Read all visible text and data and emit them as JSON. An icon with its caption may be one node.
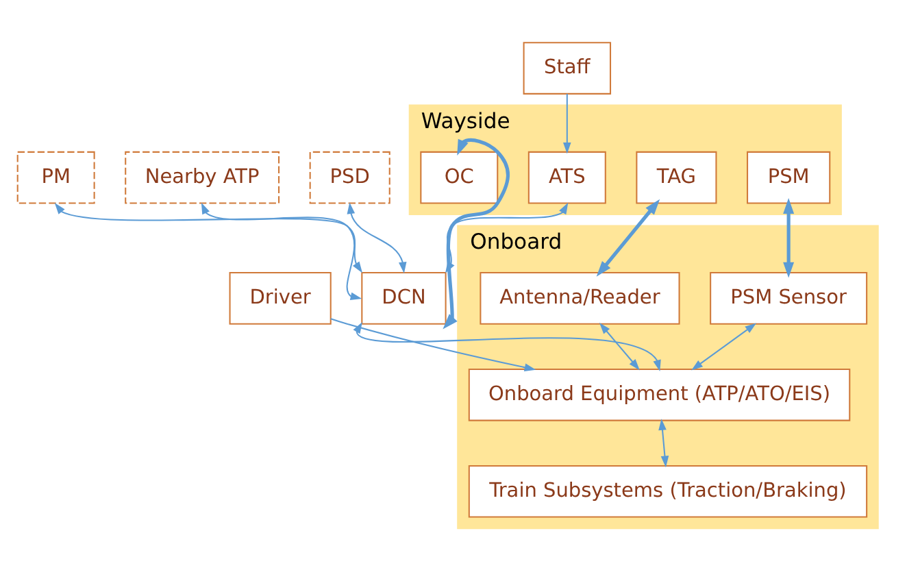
{
  "diagram": {
    "nodes": [
      {
        "text": [
          "Wayside"
        ]
      },
      {
        "text": [
          "Staff"
        ]
      },
      {
        "text": [
          "ATS"
        ],
        "in": 0
      },
      {
        "text": [
          "PM"
        ]
      },
      {
        "text": [
          "PSD"
        ]
      },
      {
        "text": [
          "Nearby ATP"
        ]
      },
      {
        "text": [
          "DCN"
        ]
      },
      {
        "text": [
          "OC"
        ],
        "in": 0
      },
      {
        "text": [
          "PSM"
        ],
        "in": 0
      },
      {
        "text": [
          "TAG"
        ],
        "in": 0
      },
      {
        "text": [
          "Onboard"
        ]
      },
      {
        "text": [
          "PSM Sensor"
        ],
        "in": 10
      },
      {
        "text": [
          "Antenna/Reader"
        ],
        "in": 10
      },
      {
        "text": [
          "Driver"
        ]
      },
      {
        "text": [
          "Onboard Equipment (ATP/ATO/EIS)"
        ],
        "in": 10
      },
      {
        "text": [
          "Train Subsystems (Traction/Braking)"
        ],
        "in": 10
      }
    ],
    "edges": [
      {
        "from": 1,
        "to": 2,
        "arrow": "to"
      },
      {
        "from": 2,
        "to": 6,
        "arrow": "both"
      },
      {
        "from": 3,
        "to": 6,
        "arrow": "both"
      },
      {
        "from": 4,
        "to": 6,
        "arrow": "both"
      },
      {
        "from": 5,
        "to": 6,
        "arrow": "both"
      },
      {
        "from": 6,
        "to": 7,
        "arrow": "both",
        "style": "thick"
      },
      {
        "from": 8,
        "to": 11,
        "arrow": "both",
        "style": "thick"
      },
      {
        "from": 9,
        "to": 12,
        "arrow": "both",
        "style": "thick"
      },
      {
        "from": 6,
        "to": 14,
        "arrow": "both"
      },
      {
        "from": 11,
        "to": 14,
        "arrow": "both"
      },
      {
        "from": 12,
        "to": 14,
        "arrow": "both"
      },
      {
        "from": 13,
        "to": 14,
        "arrow": "to"
      },
      {
        "from": 14,
        "to": 15,
        "arrow": "both"
      }
    ]
  }
}
